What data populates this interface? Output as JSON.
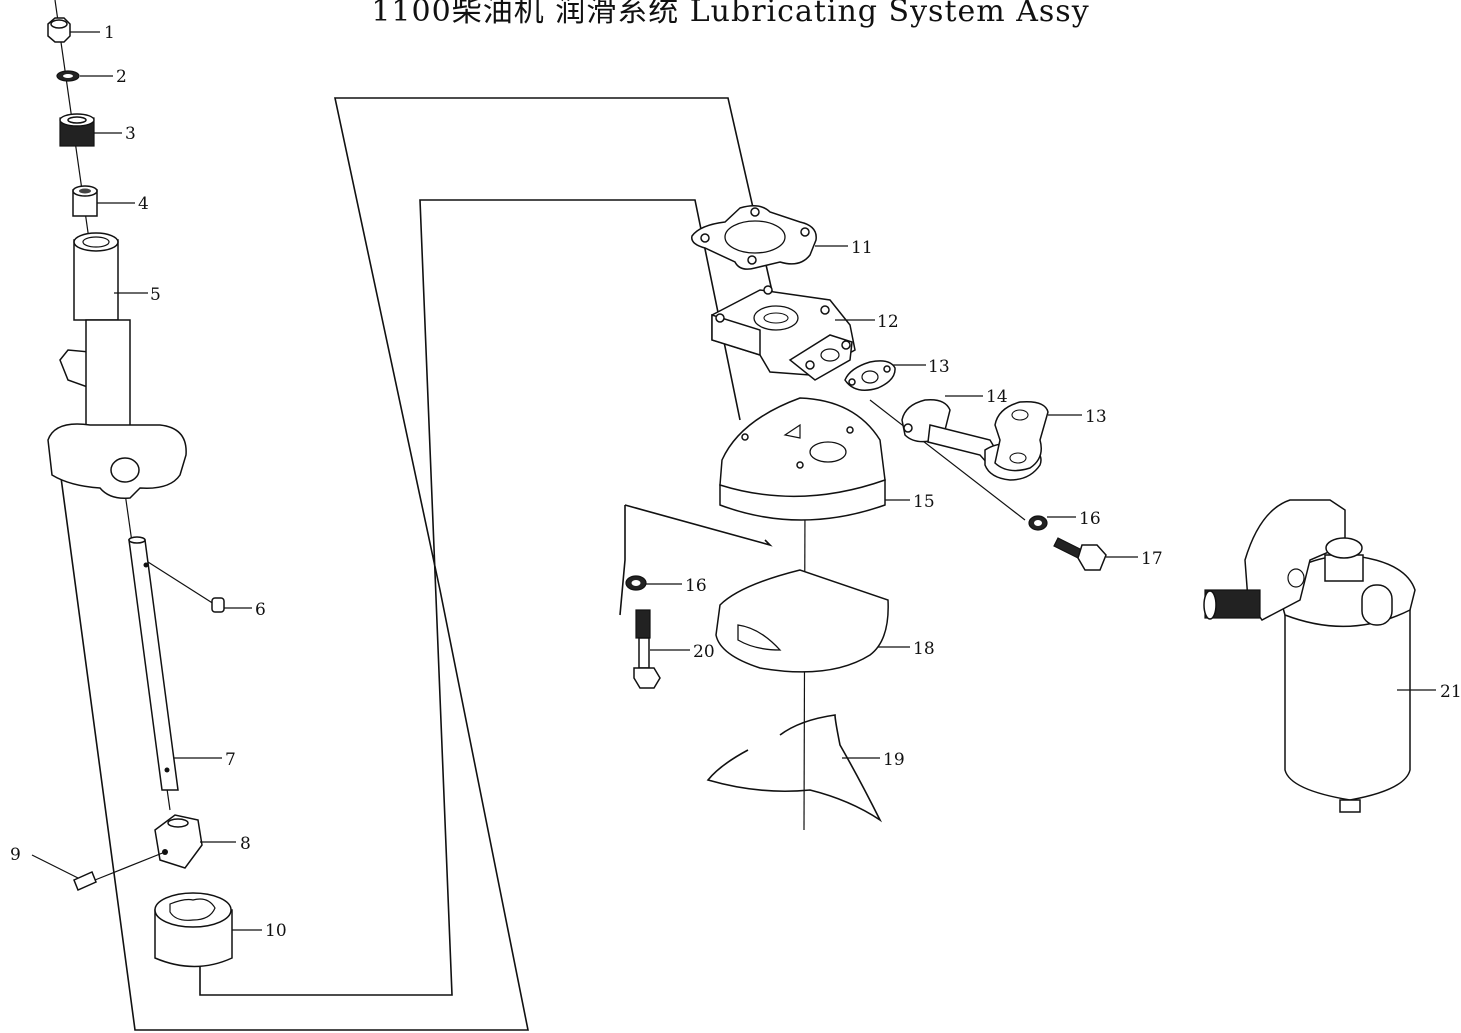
{
  "title": "1100柴油机 润滑系统 Lubricating System Assy",
  "callouts": [
    {
      "id": "c1",
      "text": "1"
    },
    {
      "id": "c2",
      "text": "2"
    },
    {
      "id": "c3",
      "text": "3"
    },
    {
      "id": "c4",
      "text": "4"
    },
    {
      "id": "c5",
      "text": "5"
    },
    {
      "id": "c6",
      "text": "6"
    },
    {
      "id": "c7",
      "text": "7"
    },
    {
      "id": "c8",
      "text": "8"
    },
    {
      "id": "c9",
      "text": "9"
    },
    {
      "id": "c10",
      "text": "10"
    },
    {
      "id": "c11",
      "text": "11"
    },
    {
      "id": "c12",
      "text": "12"
    },
    {
      "id": "c13a",
      "text": "13"
    },
    {
      "id": "c13b",
      "text": "13"
    },
    {
      "id": "c14",
      "text": "14"
    },
    {
      "id": "c15",
      "text": "15"
    },
    {
      "id": "c16a",
      "text": "16"
    },
    {
      "id": "c16b",
      "text": "16"
    },
    {
      "id": "c17",
      "text": "17"
    },
    {
      "id": "c18",
      "text": "18"
    },
    {
      "id": "c19",
      "text": "19"
    },
    {
      "id": "c20",
      "text": "20"
    },
    {
      "id": "c21",
      "text": "21"
    }
  ]
}
